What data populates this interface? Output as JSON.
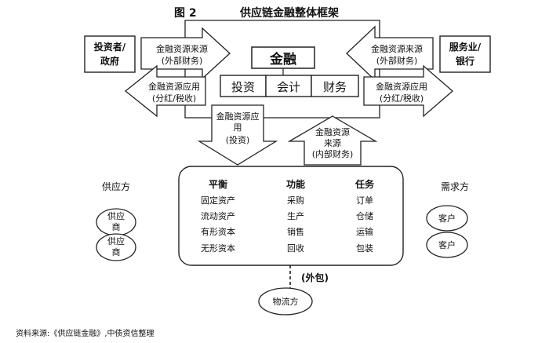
{
  "figure": {
    "label": "图 2",
    "title": "供应链金融整体框架",
    "source": "资料来源:《供应链金融》,中债资信整理"
  },
  "finance_box": {
    "title": "金融",
    "items": [
      "投资",
      "会计",
      "财务"
    ]
  },
  "left_party": {
    "line1": "投资者/",
    "line2": "政府"
  },
  "right_party": {
    "line1": "服务业/",
    "line2": "银行"
  },
  "arrows": {
    "left_in": {
      "line1": "金融资源来源",
      "line2": "(外部财务)"
    },
    "left_out": {
      "line1": "金融资源应用",
      "line2": "(分红/税收)"
    },
    "right_in": {
      "line1": "金融资源来源",
      "line2": "(外部财务)"
    },
    "right_out": {
      "line1": "金融资源应用",
      "line2": "(分红/税收)"
    },
    "down": {
      "line1": "金融资源应",
      "line2": "用",
      "line3": "(投资)"
    },
    "up": {
      "line1": "金融资源",
      "line2": "来源",
      "line3": "(内部财务)"
    }
  },
  "supplier": {
    "label": "供应方",
    "node1_line1": "供应",
    "node1_line2": "商",
    "node2_line1": "供应",
    "node2_line2": "商"
  },
  "demand": {
    "label": "需求方",
    "node1": "客户",
    "node2": "客户"
  },
  "center": {
    "col1": {
      "header": "平衡",
      "rows": [
        "固定资产",
        "流动资产",
        "有形资本",
        "无形资本"
      ]
    },
    "col2": {
      "header": "功能",
      "rows": [
        "采购",
        "生产",
        "销售",
        "回收"
      ]
    },
    "col3": {
      "header": "任务",
      "rows": [
        "订单",
        "仓储",
        "运输",
        "包装"
      ]
    }
  },
  "outsource": {
    "label": "(外包)",
    "logistics": "物流方"
  }
}
